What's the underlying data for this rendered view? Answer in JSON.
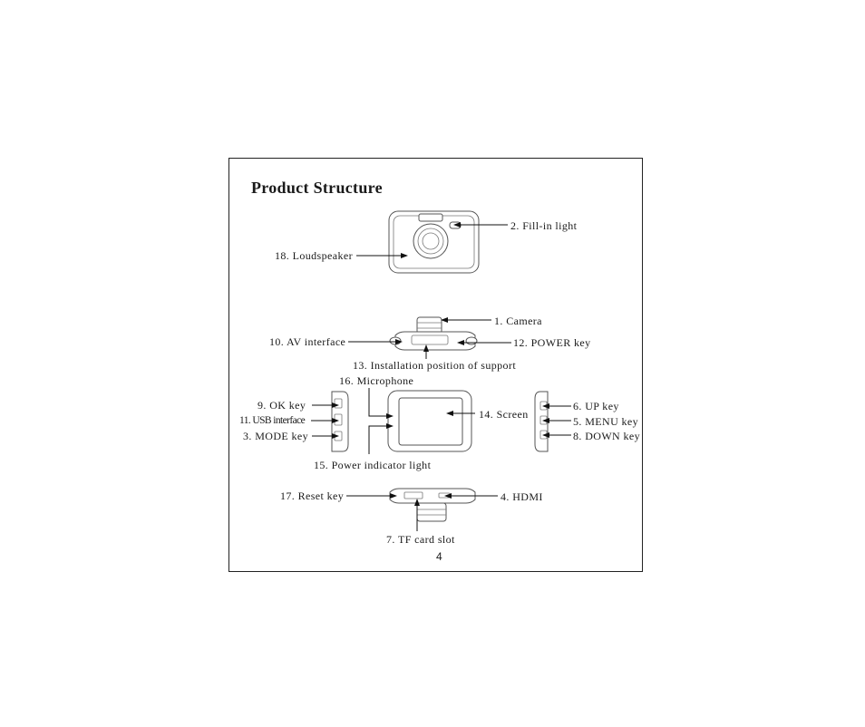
{
  "page": {
    "title": "Product Structure",
    "page_number": "4"
  },
  "labels": {
    "fill_in_light": "2. Fill-in light",
    "loudspeaker": "18. Loudspeaker",
    "camera": "1. Camera",
    "av_interface": "10. AV interface",
    "power_key": "12. POWER key",
    "installation_support": "13. Installation position of support",
    "microphone": "16. Microphone",
    "ok_key": "9. OK key",
    "usb_interface": "11. USB interface",
    "mode_key": "3. MODE key",
    "screen": "14. Screen",
    "up_key": "6. UP key",
    "menu_key": "5. MENU key",
    "down_key": "8. DOWN key",
    "power_indicator": "15. Power indicator light",
    "reset_key": "17. Reset key",
    "hdmi": "4. HDMI",
    "tf_card_slot": "7. TF card slot"
  }
}
